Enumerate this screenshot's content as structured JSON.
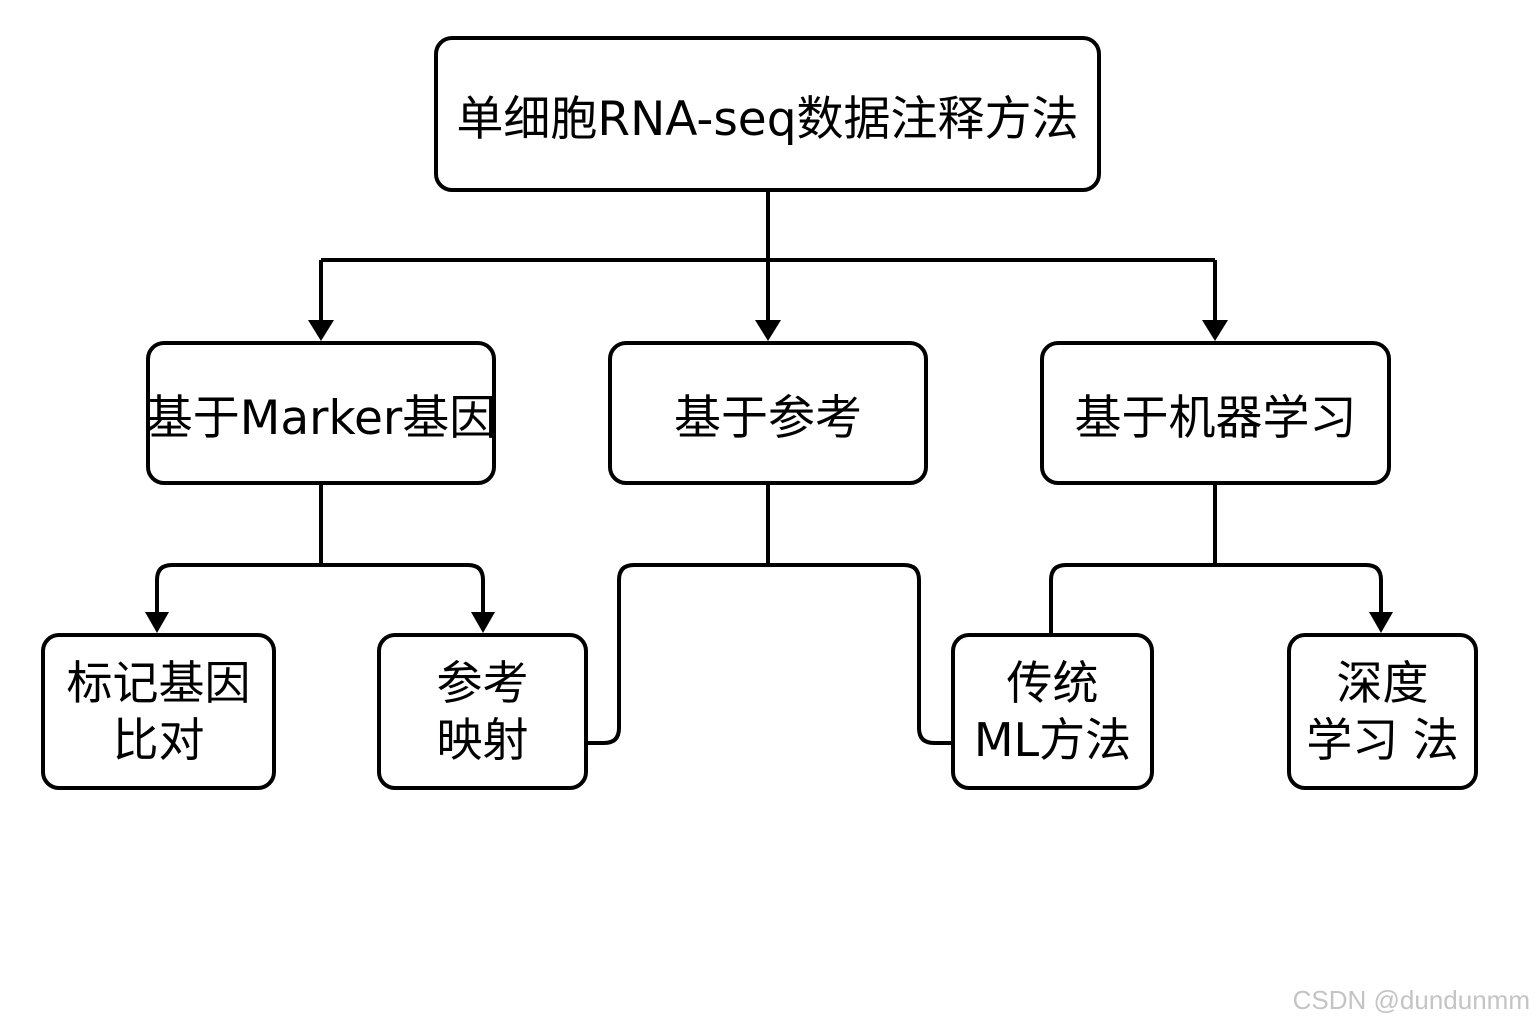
{
  "root": {
    "label": "单细胞RNA-seq数据注释方法"
  },
  "branches": [
    {
      "label": "基于Marker基因"
    },
    {
      "label": "基于参考"
    },
    {
      "label": "基于机器学习"
    }
  ],
  "leaves": [
    {
      "line1": "标记基因",
      "line2": "比对"
    },
    {
      "line1": "参考",
      "line2": "映射"
    },
    {
      "line1": "传统",
      "line2": "ML方法"
    },
    {
      "line1": "深度",
      "line2": "学习 法"
    }
  ],
  "watermark": "CSDN @dundunmm",
  "colors": {
    "stroke": "#000000",
    "background": "#ffffff",
    "watermark": "#c4c4c4"
  }
}
